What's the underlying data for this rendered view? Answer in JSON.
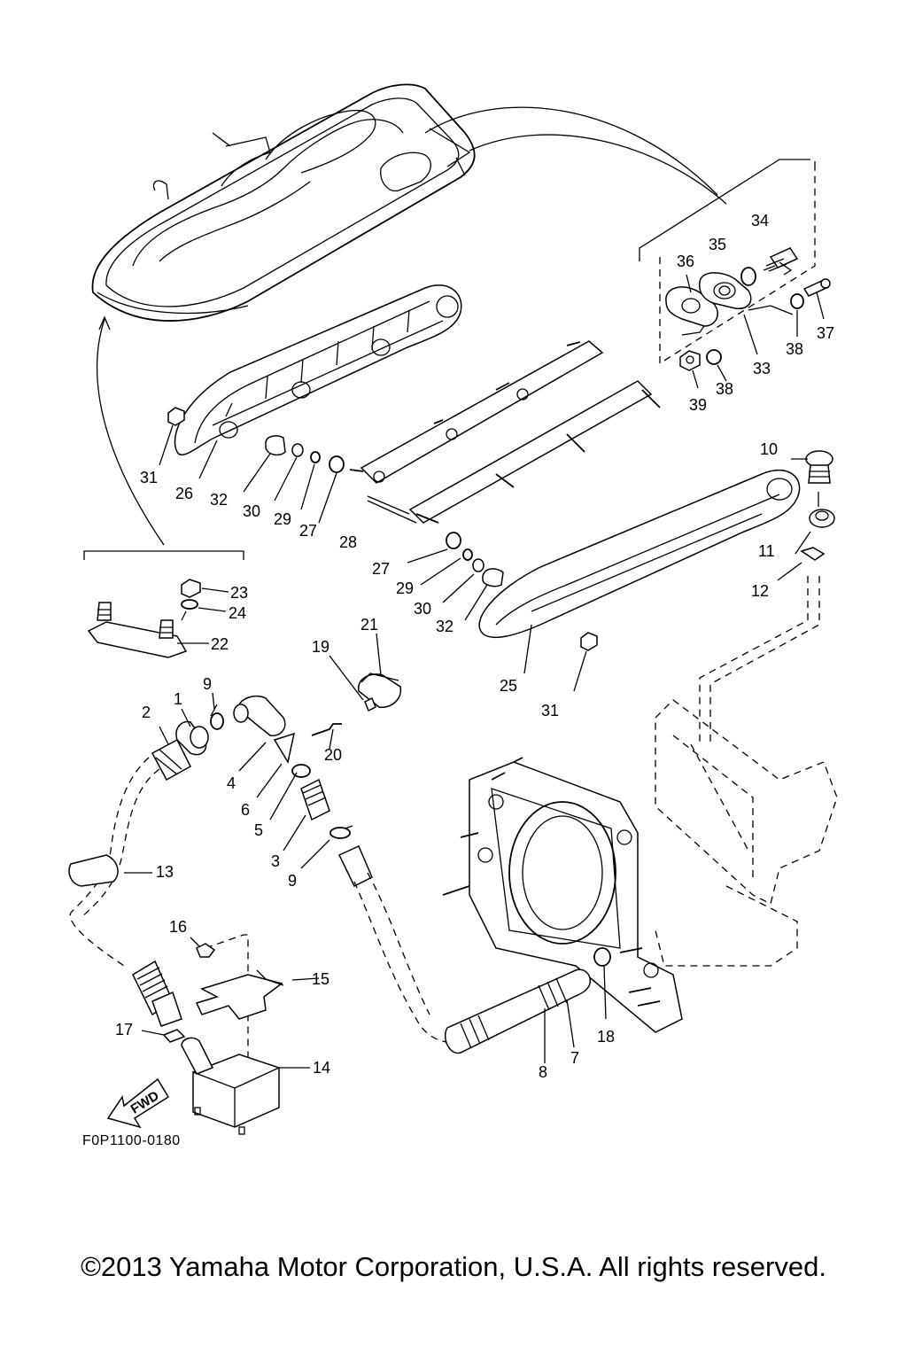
{
  "diagram": {
    "callouts": [
      {
        "key": "c1",
        "text": "1"
      },
      {
        "key": "c2",
        "text": "2"
      },
      {
        "key": "c3",
        "text": "3"
      },
      {
        "key": "c4",
        "text": "4"
      },
      {
        "key": "c5",
        "text": "5"
      },
      {
        "key": "c6",
        "text": "6"
      },
      {
        "key": "c7",
        "text": "7"
      },
      {
        "key": "c8",
        "text": "8"
      },
      {
        "key": "c9a",
        "text": "9"
      },
      {
        "key": "c9b",
        "text": "9"
      },
      {
        "key": "c10",
        "text": "10"
      },
      {
        "key": "c11",
        "text": "11"
      },
      {
        "key": "c12",
        "text": "12"
      },
      {
        "key": "c13",
        "text": "13"
      },
      {
        "key": "c14",
        "text": "14"
      },
      {
        "key": "c15",
        "text": "15"
      },
      {
        "key": "c16",
        "text": "16"
      },
      {
        "key": "c17",
        "text": "17"
      },
      {
        "key": "c18",
        "text": "18"
      },
      {
        "key": "c19",
        "text": "19"
      },
      {
        "key": "c20",
        "text": "20"
      },
      {
        "key": "c21",
        "text": "21"
      },
      {
        "key": "c22",
        "text": "22"
      },
      {
        "key": "c23",
        "text": "23"
      },
      {
        "key": "c24",
        "text": "24"
      },
      {
        "key": "c25",
        "text": "25"
      },
      {
        "key": "c26",
        "text": "26"
      },
      {
        "key": "c27a",
        "text": "27"
      },
      {
        "key": "c27b",
        "text": "27"
      },
      {
        "key": "c28",
        "text": "28"
      },
      {
        "key": "c29a",
        "text": "29"
      },
      {
        "key": "c29b",
        "text": "29"
      },
      {
        "key": "c30a",
        "text": "30"
      },
      {
        "key": "c30b",
        "text": "30"
      },
      {
        "key": "c31a",
        "text": "31"
      },
      {
        "key": "c31b",
        "text": "31"
      },
      {
        "key": "c32a",
        "text": "32"
      },
      {
        "key": "c32b",
        "text": "32"
      },
      {
        "key": "c33",
        "text": "33"
      },
      {
        "key": "c34",
        "text": "34"
      },
      {
        "key": "c35",
        "text": "35"
      },
      {
        "key": "c36",
        "text": "36"
      },
      {
        "key": "c37",
        "text": "37"
      },
      {
        "key": "c38a",
        "text": "38"
      },
      {
        "key": "c38b",
        "text": "38"
      },
      {
        "key": "c39",
        "text": "39"
      }
    ],
    "fwd_label": "FWD",
    "drawing_code": "F0P1100-0180"
  },
  "footer": {
    "copyright": "©2013 Yamaha Motor Corporation, U.S.A. All rights reserved."
  }
}
